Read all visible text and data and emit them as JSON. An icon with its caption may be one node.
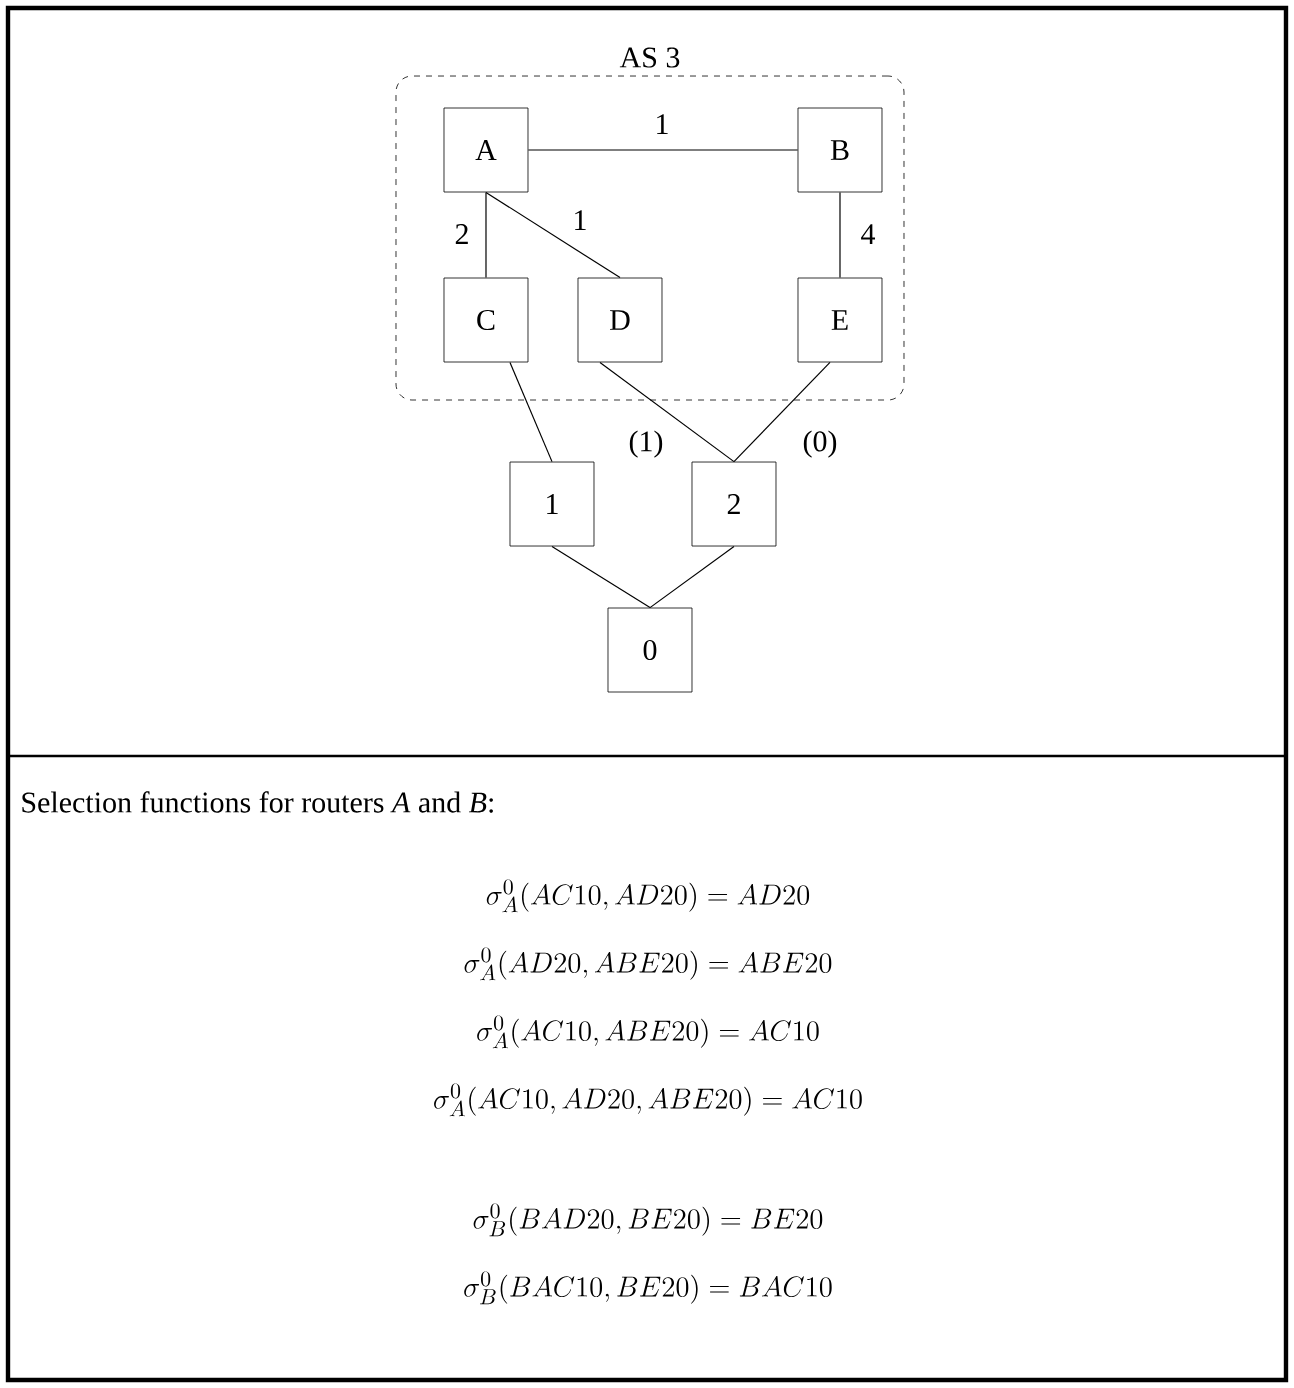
{
  "diagram": {
    "nodes": [
      {
        "text": [
          "AS 3"
        ]
      },
      {
        "text": [
          "A"
        ],
        "in": 0
      },
      {
        "text": [
          "B"
        ],
        "in": 0
      },
      {
        "text": [
          "C"
        ],
        "in": 0
      },
      {
        "text": [
          "D"
        ],
        "in": 0
      },
      {
        "text": [
          "E"
        ],
        "in": 0
      },
      {
        "text": [
          "1"
        ]
      },
      {
        "text": [
          "2"
        ]
      },
      {
        "text": [
          "0"
        ]
      }
    ],
    "edges": [
      {
        "from": 1,
        "to": 2,
        "arrow": "none",
        "label": "1"
      },
      {
        "from": 1,
        "to": 3,
        "arrow": "none",
        "label": "2"
      },
      {
        "from": 1,
        "to": 4,
        "arrow": "none",
        "label": "1"
      },
      {
        "from": 2,
        "to": 5,
        "arrow": "none",
        "label": "4"
      },
      {
        "from": 3,
        "to": 6,
        "arrow": "none"
      },
      {
        "from": 4,
        "to": 7,
        "arrow": "none",
        "label": "(1)"
      },
      {
        "from": 5,
        "to": 7,
        "arrow": "none",
        "label": "(0)"
      },
      {
        "from": 6,
        "to": 8,
        "arrow": "none"
      },
      {
        "from": 7,
        "to": 8,
        "arrow": "none"
      }
    ],
    "labels": [
      "Selection functions for routers *A* and *B*:",
      "\\sigma_A^0(AC10, AD20) = AD20",
      "\\sigma_A^0(AD20, ABE20) = ABE20",
      "\\sigma_A^0(AC10, ABE20) = AC10",
      "\\sigma_A^0(AC10, AD20, ABE20) = AC10",
      "\\sigma_B^0(BAD20, BE20) = BE20",
      "\\sigma_B^0(BAC10, BE20) = BAC10"
    ]
  }
}
